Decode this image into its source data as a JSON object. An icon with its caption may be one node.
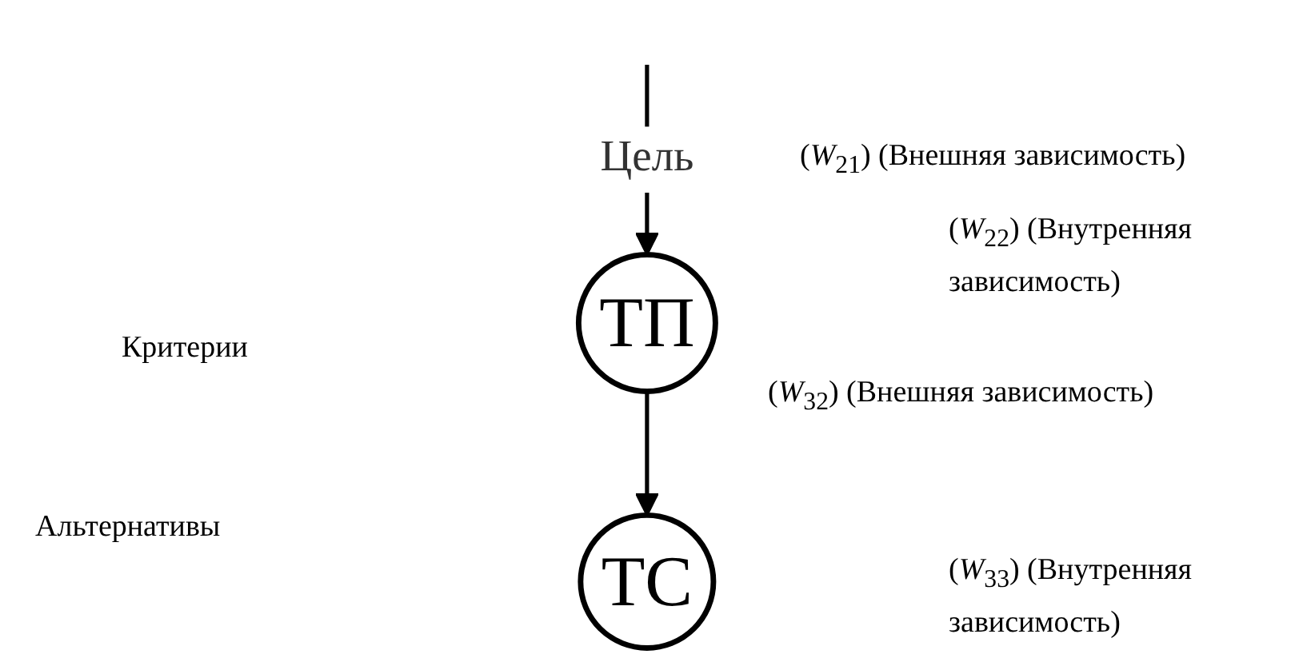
{
  "diagram": {
    "nodes": [
      {
        "text": [
          "ТП"
        ]
      },
      {
        "text": [
          "ТС"
        ]
      }
    ],
    "edges": [
      {
        "from": null,
        "to": 0,
        "arrow": "to",
        "label": "Цель"
      },
      {
        "from": 0,
        "to": 1,
        "arrow": "to"
      }
    ],
    "labels": [
      "(*W*$_{21}$) (Внешняя зависимость)",
      "(*W*$_{22}$) (Внутренняя зависимость)",
      "Критерии",
      "(*W*$_{32}$) (Внешняя зависимость)",
      "Альтернативы",
      "(*W*$_{33}$) (Внутренняя зависимость)"
    ]
  }
}
